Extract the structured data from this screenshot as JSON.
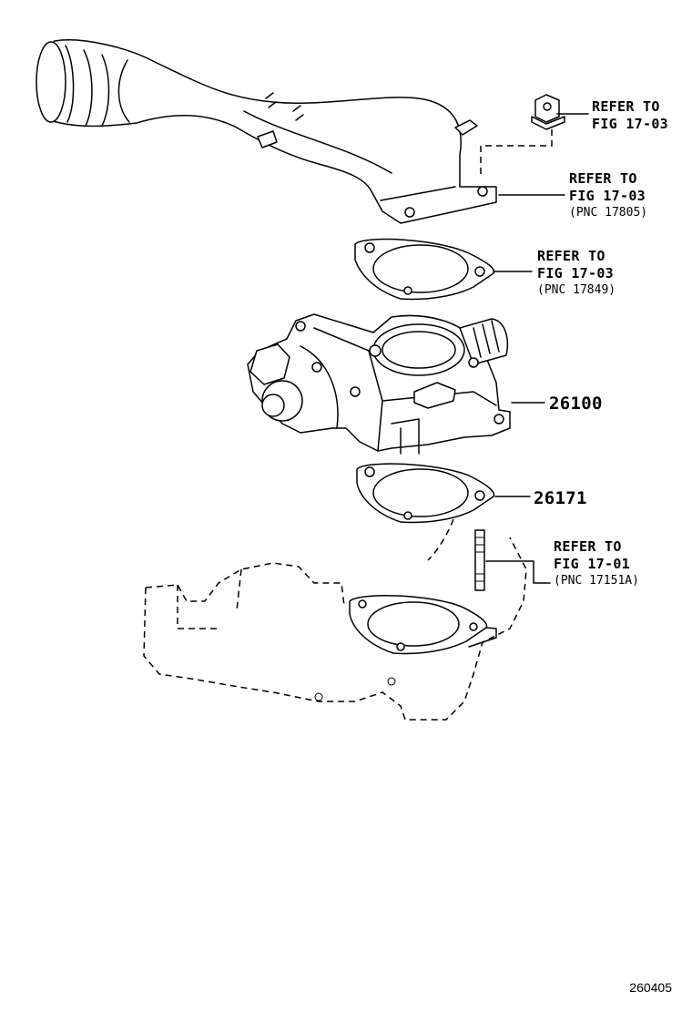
{
  "callouts": {
    "nut": {
      "line1": "REFER TO",
      "line2": "FIG 17-03"
    },
    "hose_flange": {
      "line1": "REFER TO",
      "line2": "FIG 17-03",
      "pnc": "(PNC 17805)"
    },
    "upper_gasket": {
      "line1": "REFER TO",
      "line2": "FIG 17-03",
      "pnc": "(PNC 17849)"
    },
    "stud": {
      "line1": "REFER TO",
      "line2": "FIG 17-01",
      "pnc": "(PNC 17151A)"
    }
  },
  "parts": {
    "throttle_body": "26100",
    "lower_gasket": "26171"
  },
  "figure_id": "260405"
}
